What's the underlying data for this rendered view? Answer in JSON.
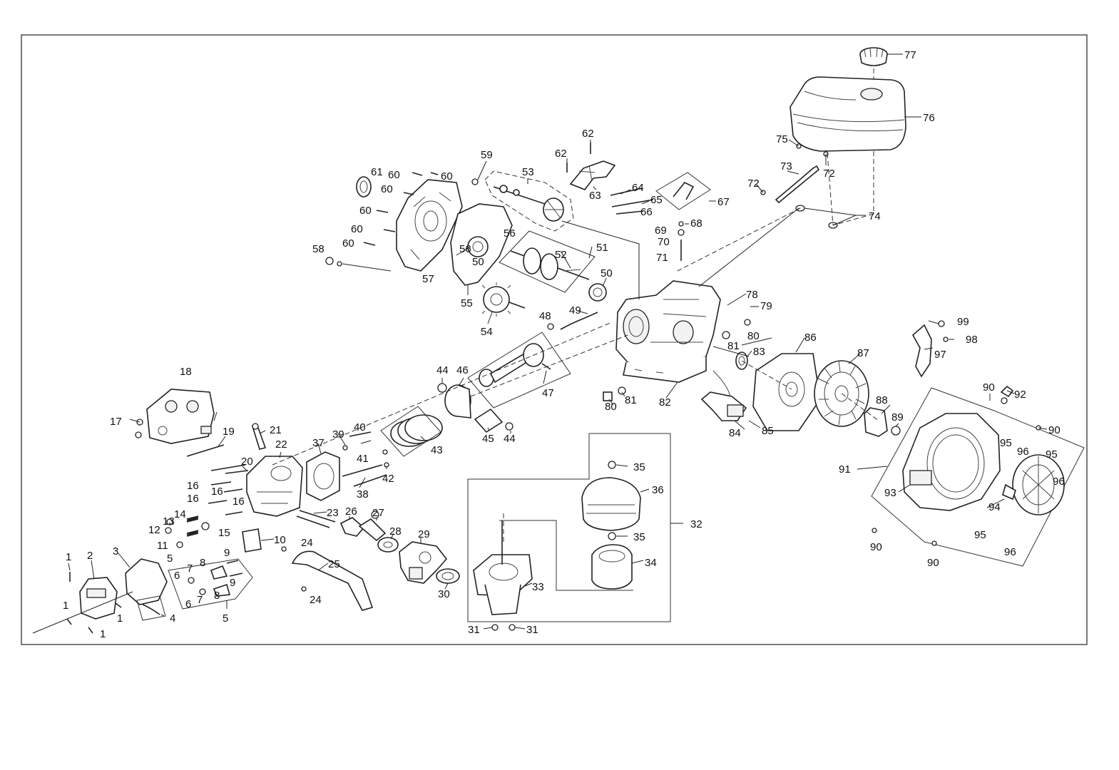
{
  "diagram": {
    "type": "exploded-parts-diagram",
    "callouts": [
      {
        "id": "c77",
        "label": "77"
      },
      {
        "id": "c76",
        "label": "76"
      },
      {
        "id": "c75",
        "label": "75"
      },
      {
        "id": "c72a",
        "label": "72"
      },
      {
        "id": "c73",
        "label": "73"
      },
      {
        "id": "c72b",
        "label": "72"
      },
      {
        "id": "c74",
        "label": "74"
      },
      {
        "id": "c62a",
        "label": "62"
      },
      {
        "id": "c62b",
        "label": "62"
      },
      {
        "id": "c63",
        "label": "63"
      },
      {
        "id": "c64",
        "label": "64"
      },
      {
        "id": "c65",
        "label": "65"
      },
      {
        "id": "c66",
        "label": "66"
      },
      {
        "id": "c67",
        "label": "67"
      },
      {
        "id": "c68",
        "label": "68"
      },
      {
        "id": "c69",
        "label": "69"
      },
      {
        "id": "c70",
        "label": "70"
      },
      {
        "id": "c71",
        "label": "71"
      },
      {
        "id": "c59",
        "label": "59"
      },
      {
        "id": "c53",
        "label": "53"
      },
      {
        "id": "c61",
        "label": "61"
      },
      {
        "id": "c60a",
        "label": "60"
      },
      {
        "id": "c60b",
        "label": "60"
      },
      {
        "id": "c60c",
        "label": "60"
      },
      {
        "id": "c60d",
        "label": "60"
      },
      {
        "id": "c60e",
        "label": "60"
      },
      {
        "id": "c60f",
        "label": "60"
      },
      {
        "id": "c58",
        "label": "58"
      },
      {
        "id": "c57",
        "label": "57"
      },
      {
        "id": "c56a",
        "label": "56"
      },
      {
        "id": "c56b",
        "label": "56"
      },
      {
        "id": "c50a",
        "label": "50"
      },
      {
        "id": "c52",
        "label": "52"
      },
      {
        "id": "c51",
        "label": "51"
      },
      {
        "id": "c50b",
        "label": "50"
      },
      {
        "id": "c55",
        "label": "55"
      },
      {
        "id": "c54",
        "label": "54"
      },
      {
        "id": "c49",
        "label": "49"
      },
      {
        "id": "c48",
        "label": "48"
      },
      {
        "id": "c78",
        "label": "78"
      },
      {
        "id": "c79",
        "label": "79"
      },
      {
        "id": "c80a",
        "label": "80"
      },
      {
        "id": "c81a",
        "label": "81"
      },
      {
        "id": "c83",
        "label": "83"
      },
      {
        "id": "c86",
        "label": "86"
      },
      {
        "id": "c87",
        "label": "87"
      },
      {
        "id": "c99",
        "label": "99"
      },
      {
        "id": "c98",
        "label": "98"
      },
      {
        "id": "c97",
        "label": "97"
      },
      {
        "id": "c80b",
        "label": "80"
      },
      {
        "id": "c81b",
        "label": "81"
      },
      {
        "id": "c82",
        "label": "82"
      },
      {
        "id": "c84",
        "label": "84"
      },
      {
        "id": "c85",
        "label": "85"
      },
      {
        "id": "c88",
        "label": "88"
      },
      {
        "id": "c89",
        "label": "89"
      },
      {
        "id": "c90a",
        "label": "90"
      },
      {
        "id": "c92",
        "label": "92"
      },
      {
        "id": "c90b",
        "label": "90"
      },
      {
        "id": "c91",
        "label": "91"
      },
      {
        "id": "c95a",
        "label": "95"
      },
      {
        "id": "c96a",
        "label": "96"
      },
      {
        "id": "c95b",
        "label": "95"
      },
      {
        "id": "c96b",
        "label": "96"
      },
      {
        "id": "c93",
        "label": "93"
      },
      {
        "id": "c94",
        "label": "94"
      },
      {
        "id": "c95c",
        "label": "95"
      },
      {
        "id": "c96c",
        "label": "96"
      },
      {
        "id": "c90c",
        "label": "90"
      },
      {
        "id": "c90d",
        "label": "90"
      },
      {
        "id": "c18",
        "label": "18"
      },
      {
        "id": "c17",
        "label": "17"
      },
      {
        "id": "c19",
        "label": "19"
      },
      {
        "id": "c21",
        "label": "21"
      },
      {
        "id": "c22",
        "label": "22"
      },
      {
        "id": "c20",
        "label": "20"
      },
      {
        "id": "c16a",
        "label": "16"
      },
      {
        "id": "c16b",
        "label": "16"
      },
      {
        "id": "c16c",
        "label": "16"
      },
      {
        "id": "c16d",
        "label": "16"
      },
      {
        "id": "c37",
        "label": "37"
      },
      {
        "id": "c39",
        "label": "39"
      },
      {
        "id": "c40",
        "label": "40"
      },
      {
        "id": "c41",
        "label": "41"
      },
      {
        "id": "c42",
        "label": "42"
      },
      {
        "id": "c38",
        "label": "38"
      },
      {
        "id": "c43",
        "label": "43"
      },
      {
        "id": "c44a",
        "label": "44"
      },
      {
        "id": "c46",
        "label": "46"
      },
      {
        "id": "c47",
        "label": "47"
      },
      {
        "id": "c45",
        "label": "45"
      },
      {
        "id": "c44b",
        "label": "44"
      },
      {
        "id": "c14",
        "label": "14"
      },
      {
        "id": "c13",
        "label": "13"
      },
      {
        "id": "c12",
        "label": "12"
      },
      {
        "id": "c11",
        "label": "11"
      },
      {
        "id": "c15",
        "label": "15"
      },
      {
        "id": "c23",
        "label": "23"
      },
      {
        "id": "c10",
        "label": "10"
      },
      {
        "id": "c26",
        "label": "26"
      },
      {
        "id": "c27",
        "label": "27"
      },
      {
        "id": "c28",
        "label": "28"
      },
      {
        "id": "c29",
        "label": "29"
      },
      {
        "id": "c24a",
        "label": "24"
      },
      {
        "id": "c25",
        "label": "25"
      },
      {
        "id": "c24b",
        "label": "24"
      },
      {
        "id": "c30",
        "label": "30"
      },
      {
        "id": "c1a",
        "label": "1"
      },
      {
        "id": "c2",
        "label": "2"
      },
      {
        "id": "c3",
        "label": "3"
      },
      {
        "id": "c5a",
        "label": "5"
      },
      {
        "id": "c6a",
        "label": "6"
      },
      {
        "id": "c7a",
        "label": "7"
      },
      {
        "id": "c8a",
        "label": "8"
      },
      {
        "id": "c9a",
        "label": "9"
      },
      {
        "id": "c6b",
        "label": "6"
      },
      {
        "id": "c7b",
        "label": "7"
      },
      {
        "id": "c8b",
        "label": "8"
      },
      {
        "id": "c9b",
        "label": "9"
      },
      {
        "id": "c1b",
        "label": "1"
      },
      {
        "id": "c1c",
        "label": "1"
      },
      {
        "id": "c1d",
        "label": "1"
      },
      {
        "id": "c4",
        "label": "4"
      },
      {
        "id": "c5b",
        "label": "5"
      },
      {
        "id": "c35a",
        "label": "35"
      },
      {
        "id": "c36",
        "label": "36"
      },
      {
        "id": "c32",
        "label": "32"
      },
      {
        "id": "c35b",
        "label": "35"
      },
      {
        "id": "c34",
        "label": "34"
      },
      {
        "id": "c33",
        "label": "33"
      },
      {
        "id": "c31a",
        "label": "31"
      },
      {
        "id": "c31b",
        "label": "31"
      }
    ]
  }
}
